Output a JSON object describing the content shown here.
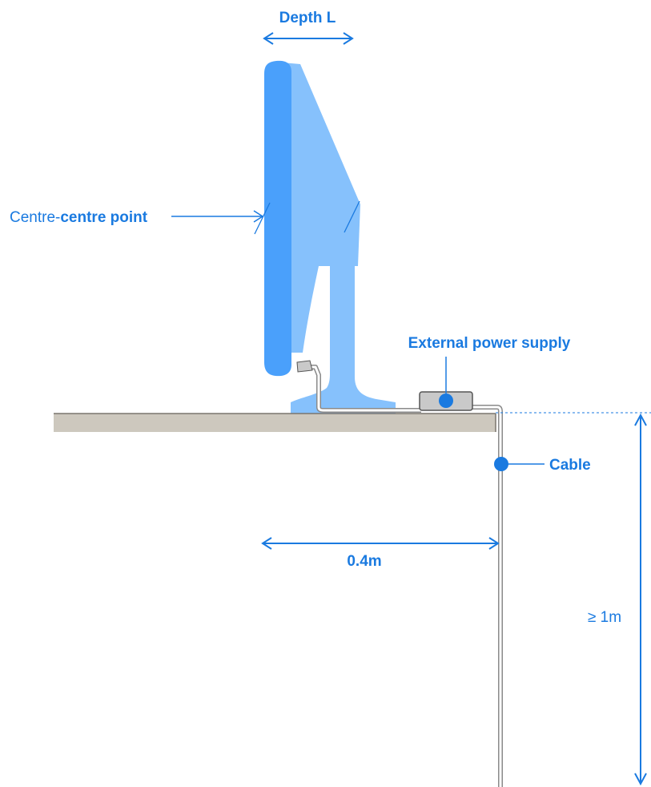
{
  "labels": {
    "depth": "Depth L",
    "centre_prefix": "Centre-",
    "centre_bold": "centre point",
    "power_supply": "External power supply",
    "cable": "Cable",
    "distance": "0.4m",
    "height": "≥ 1m"
  },
  "colors": {
    "monitor_front": "#4aa0fb",
    "monitor_back": "#86c1fc",
    "accent": "#1a7ae0",
    "table": "#cdc8be",
    "cable": "#9a9a9a",
    "psu": "#c9c9c9"
  }
}
